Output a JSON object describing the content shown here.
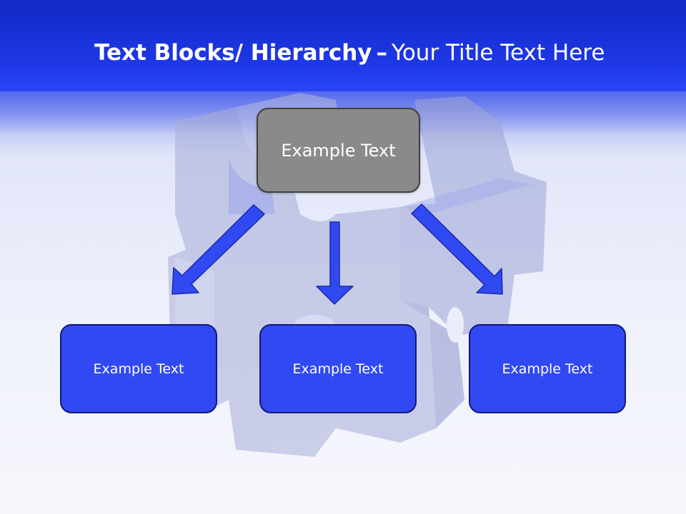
{
  "slide": {
    "title_bold": "Text Blocks/ Hierarchy",
    "title_separator": "–",
    "title_regular": "Your Title Text Here"
  },
  "hierarchy": {
    "top_box": "Example Text",
    "children": [
      "Example Text",
      "Example Text",
      "Example Text"
    ]
  },
  "colors": {
    "header_blue": "#1e38e6",
    "child_box_fill": "#3149f2",
    "top_box_fill": "#8a8a8a",
    "arrow_fill": "#3149f2"
  }
}
